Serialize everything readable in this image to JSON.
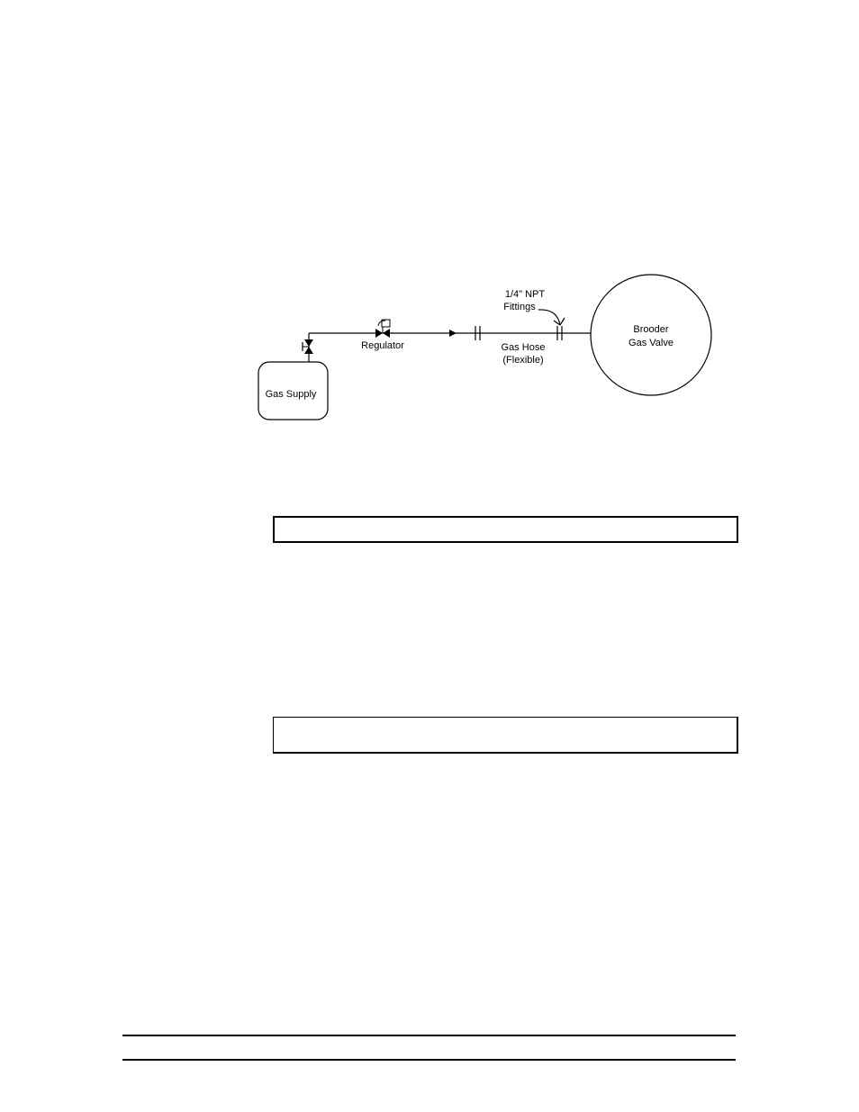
{
  "diagram": {
    "gas_supply_label": "Gas Supply",
    "regulator_label": "Regulator",
    "fittings_label_line1": "1/4\" NPT",
    "fittings_label_line2": "Fittings",
    "hose_label_line1": "Gas Hose",
    "hose_label_line2": "(Flexible)",
    "brooder_label_line1": "Brooder",
    "brooder_label_line2": "Gas Valve"
  }
}
